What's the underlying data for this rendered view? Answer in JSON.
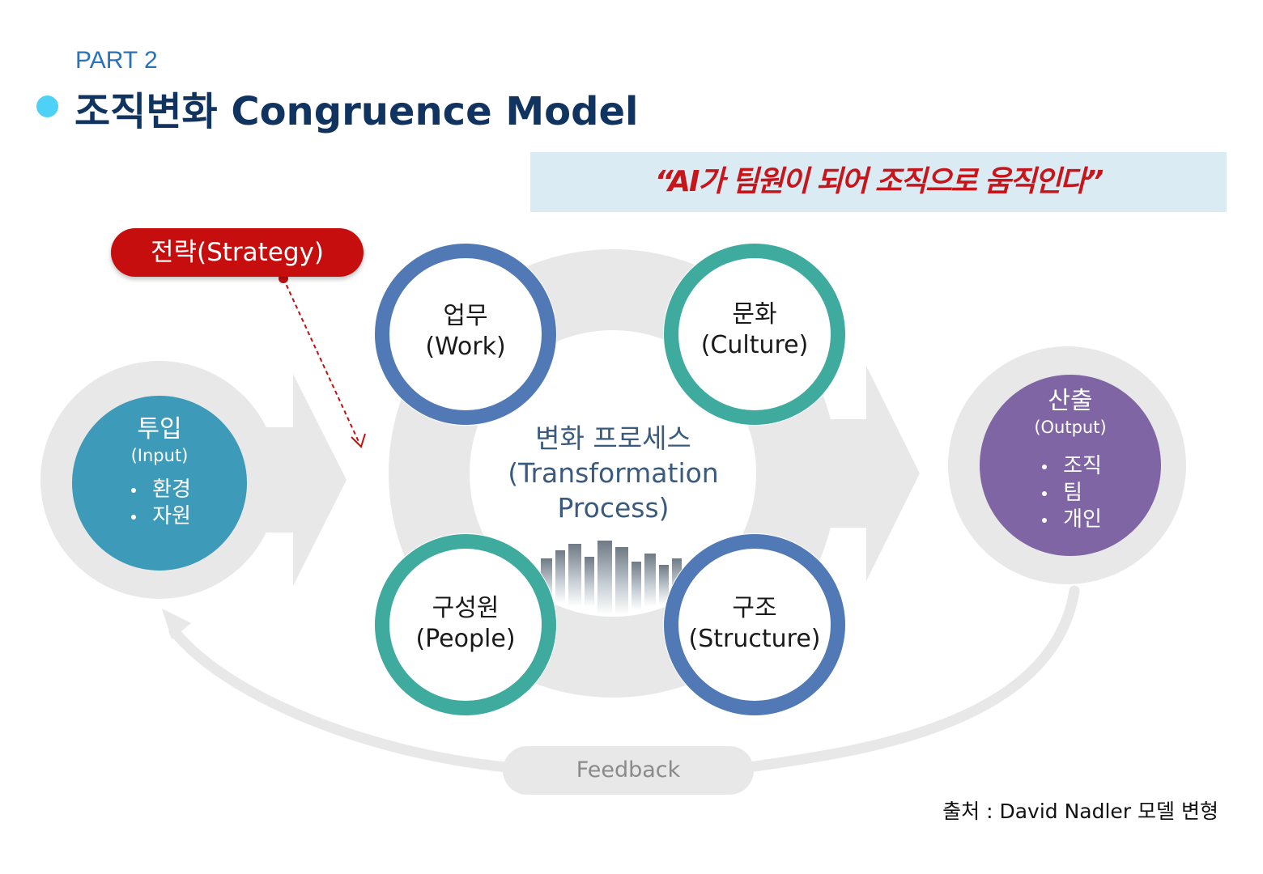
{
  "header": {
    "part": "PART 2",
    "title": "조직변화 Congruence Model"
  },
  "quote": "“AI가 팀원이 되어 조직으로 움직인다”",
  "strategy": "전략(Strategy)",
  "input": {
    "title": "투입",
    "subtitle": "(Input)",
    "items": [
      "환경",
      "자원"
    ]
  },
  "process": {
    "line1": "변화 프로세스",
    "line2": "(Transformation",
    "line3": "Process)"
  },
  "elements": {
    "work": {
      "name": "업무",
      "sub": "(Work)"
    },
    "culture": {
      "name": "문화",
      "sub": "(Culture)"
    },
    "people": {
      "name": "구성원",
      "sub": "(People)"
    },
    "structure": {
      "name": "구조",
      "sub": "(Structure)"
    }
  },
  "output": {
    "title": "산출",
    "subtitle": "(Output)",
    "items": [
      "조직",
      "팀",
      "개인"
    ]
  },
  "feedback": "Feedback",
  "source": "출처 : David Nadler 모델 변형",
  "colors": {
    "title": "#10335f",
    "accent_red": "#c60e0e",
    "input": "#3d9ab8",
    "output": "#8065a5",
    "ring_blue": "#5179b5",
    "ring_teal": "#3fab9e",
    "gray": "#e8e8e8"
  }
}
